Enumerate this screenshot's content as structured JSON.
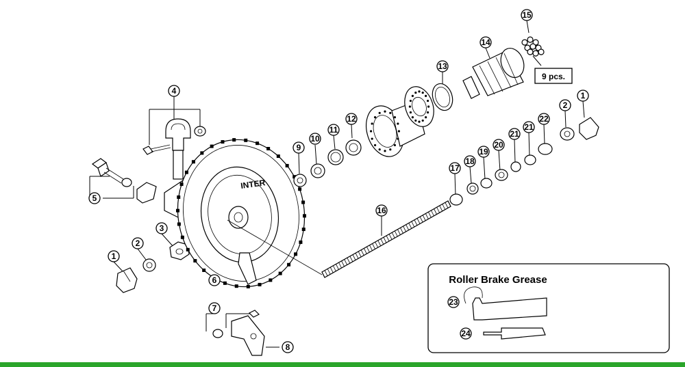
{
  "diagram": {
    "callouts": [
      {
        "id": "c1a",
        "number": "1"
      },
      {
        "id": "c2a",
        "number": "2"
      },
      {
        "id": "c3",
        "number": "3"
      },
      {
        "id": "c4",
        "number": "4"
      },
      {
        "id": "c5",
        "number": "5"
      },
      {
        "id": "c6",
        "number": "6"
      },
      {
        "id": "c7",
        "number": "7"
      },
      {
        "id": "c8",
        "number": "8"
      },
      {
        "id": "c9",
        "number": "9"
      },
      {
        "id": "c10",
        "number": "10"
      },
      {
        "id": "c11",
        "number": "11"
      },
      {
        "id": "c12",
        "number": "12"
      },
      {
        "id": "c13",
        "number": "13"
      },
      {
        "id": "c14",
        "number": "14"
      },
      {
        "id": "c15",
        "number": "15"
      },
      {
        "id": "c16",
        "number": "16"
      },
      {
        "id": "c17",
        "number": "17"
      },
      {
        "id": "c18",
        "number": "18"
      },
      {
        "id": "c19",
        "number": "19"
      },
      {
        "id": "c20",
        "number": "20"
      },
      {
        "id": "c21a",
        "number": "21"
      },
      {
        "id": "c21b",
        "number": "21"
      },
      {
        "id": "c22",
        "number": "22"
      },
      {
        "id": "c2b",
        "number": "2"
      },
      {
        "id": "c1b",
        "number": "1"
      },
      {
        "id": "c23",
        "number": "23"
      },
      {
        "id": "c24",
        "number": "24"
      }
    ],
    "quantity_label": "9 pcs.",
    "grease_box": {
      "title": "Roller Brake Grease"
    },
    "hub_text": "INTER",
    "accent_color": "#2aa52a"
  }
}
